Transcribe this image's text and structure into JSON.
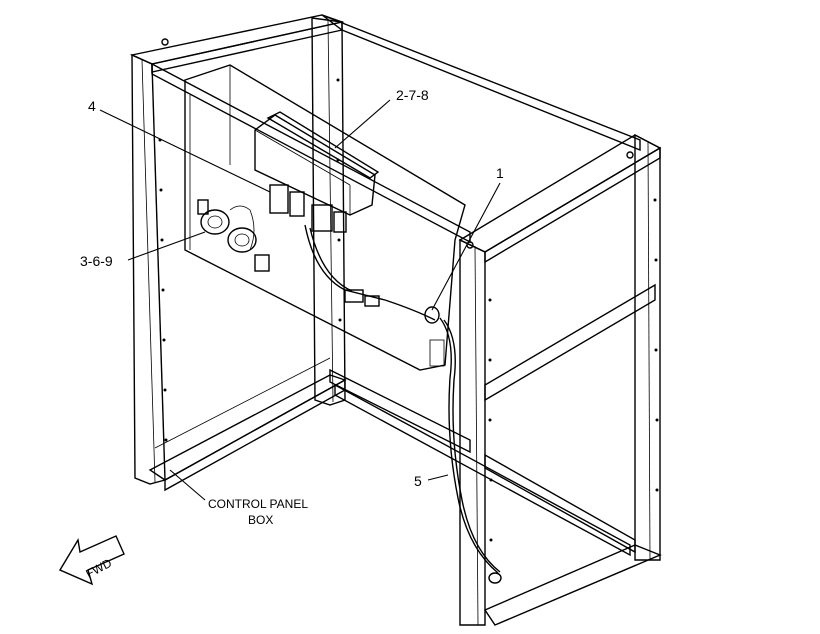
{
  "callouts": {
    "c1": "1",
    "c278": "2-7-8",
    "c369": "3-6-9",
    "c4": "4",
    "c5": "5"
  },
  "control_panel_box": {
    "line1": "CONTROL PANEL",
    "line2": "BOX"
  },
  "fwd_arrow": {
    "label": "FWD"
  }
}
